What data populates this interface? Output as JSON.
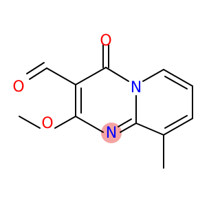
{
  "molecule": {
    "atoms": {
      "O_ketone": "O",
      "O_aldehyde": "O",
      "O_methoxy": "O",
      "N_bridge": "N",
      "N_ring": "N"
    },
    "colors": {
      "bond": "#000000",
      "oxygen": "#ff0000",
      "nitrogen": "#0000ff",
      "nitrogen_highlight": "#f4a3a3",
      "background": "#ffffff"
    }
  }
}
